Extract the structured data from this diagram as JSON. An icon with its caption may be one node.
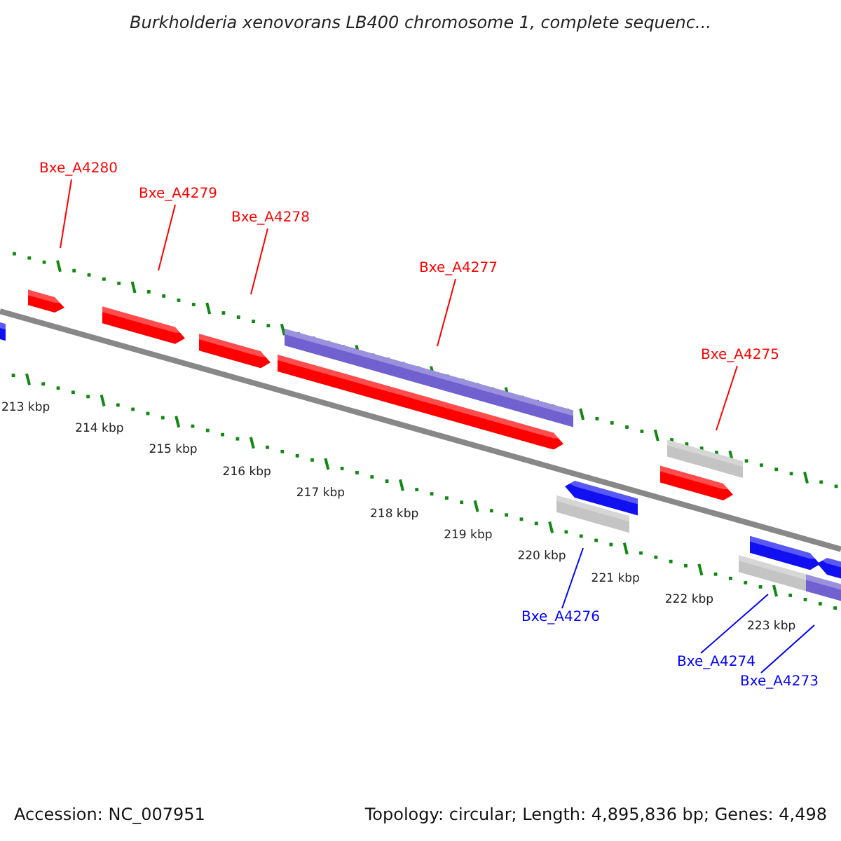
{
  "diagram": {
    "title": "Burkholderia xenovorans LB400 chromosome 1, complete sequenc...",
    "nodes": [
      {
        "text": [
          "Bxe_A4280"
        ]
      },
      {
        "text": [
          "Bxe_A4279"
        ]
      },
      {
        "text": [
          "Bxe_A4278"
        ]
      },
      {
        "text": [
          "Bxe_A4277"
        ]
      },
      {
        "text": [
          "Bxe_A4275"
        ]
      },
      {
        "text": [
          "Bxe_A4276"
        ]
      },
      {
        "text": [
          "Bxe_A4274"
        ]
      },
      {
        "text": [
          "Bxe_A4273"
        ]
      }
    ],
    "edges": [
      {
        "from": 0,
        "to": null,
        "arrow": "none"
      },
      {
        "from": 1,
        "to": null,
        "arrow": "none"
      },
      {
        "from": 2,
        "to": null,
        "arrow": "none"
      },
      {
        "from": 3,
        "to": null,
        "arrow": "none"
      },
      {
        "from": 4,
        "to": null,
        "arrow": "none"
      },
      {
        "from": 5,
        "to": null,
        "arrow": "none",
        "color": "#0000ff"
      },
      {
        "from": 6,
        "to": null,
        "arrow": "none",
        "color": "#0000ff"
      },
      {
        "from": 7,
        "to": null,
        "arrow": "none",
        "color": "#0000ff"
      }
    ],
    "labels": [
      "213 kbp",
      "214 kbp",
      "215 kbp",
      "216 kbp",
      "217 kbp",
      "218 kbp",
      "219 kbp",
      "220 kbp",
      "221 kbp",
      "222 kbp",
      "223 kbp",
      "Accession: NC_007951",
      "Topology: circular; Length: 4,895,836 bp; Genes: 4,498"
    ]
  }
}
